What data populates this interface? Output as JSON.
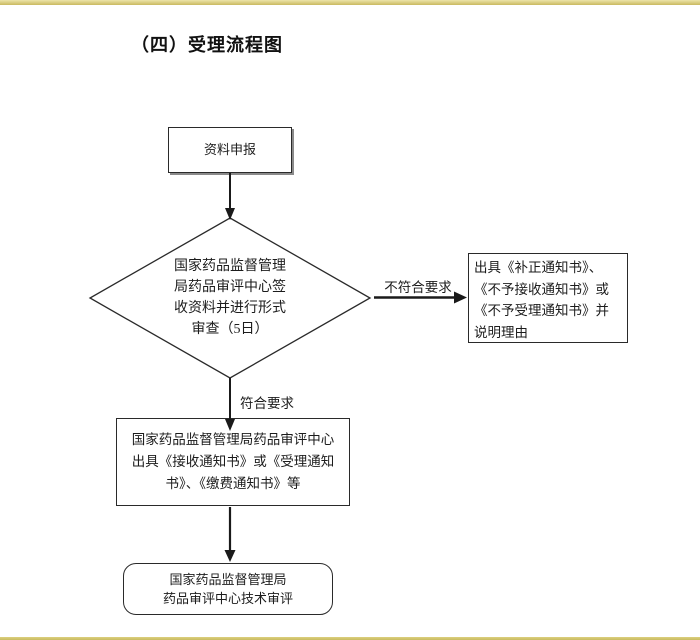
{
  "page": {
    "title": "（四）受理流程图"
  },
  "colors": {
    "border_band": "#c9ba60",
    "line": "#1a1a1a",
    "background": "#ffffff"
  },
  "flowchart": {
    "start_box": {
      "label": "资料申报"
    },
    "decision_diamond": {
      "lines": [
        "国家药品监督管理",
        "局药品审评中心签",
        "收资料并进行形式",
        "审查（5日）"
      ]
    },
    "reject_label": "不符合要求",
    "reject_box": {
      "lines": [
        "出具《补正通知书》、",
        "《不予接收通知书》或",
        "《不予受理通知书》并",
        "说明理由"
      ]
    },
    "accept_label": "符合要求",
    "accept_box": {
      "lines": [
        "国家药品监督管理局药品审评中心",
        "出具《接收通知书》或《受理通知",
        "书》、《缴费通知书》等"
      ]
    },
    "final_box": {
      "lines": [
        "国家药品监督管理局",
        "药品审评中心技术审评"
      ]
    }
  }
}
